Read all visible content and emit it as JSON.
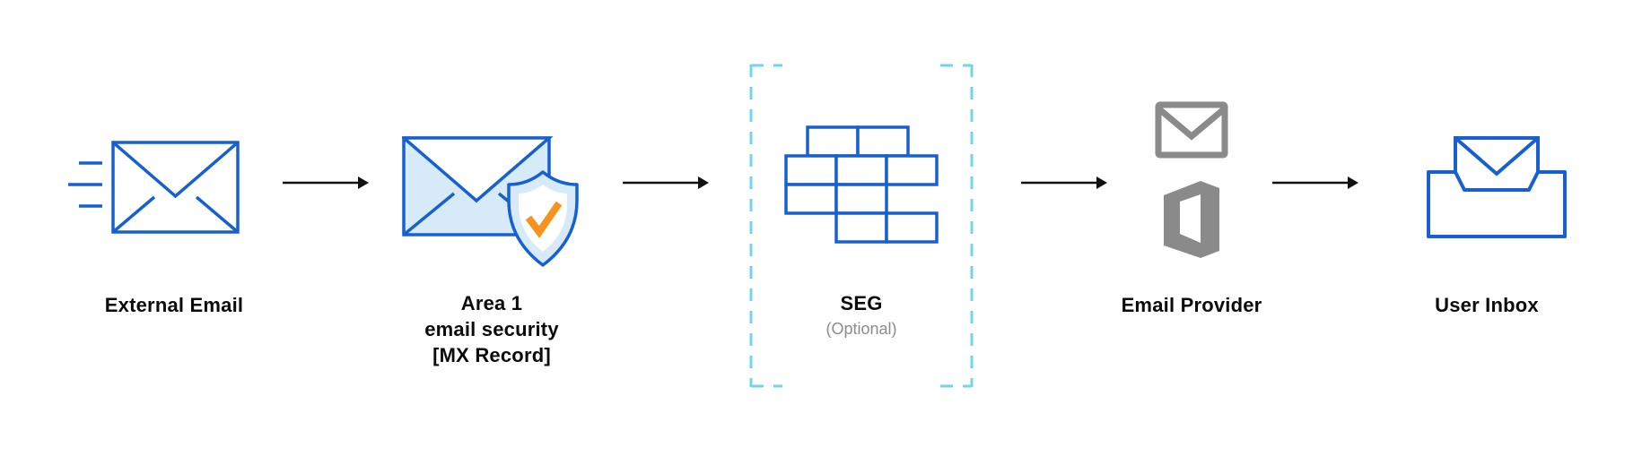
{
  "nodes": {
    "external": {
      "label": "External Email",
      "icon": "speeding-envelope-icon"
    },
    "area1": {
      "line1": "Area 1",
      "line2": "email security",
      "line3": "[MX Record]",
      "icon": "envelope-shield-check-icon"
    },
    "seg": {
      "label": "SEG",
      "sublabel": "(Optional)",
      "icon": "brick-wall-icon",
      "boundary": "dashed-optional-boundary"
    },
    "provider": {
      "label": "Email Provider",
      "icons": [
        "gmail-icon",
        "office-icon"
      ]
    },
    "inbox": {
      "label": "User Inbox",
      "icon": "inbox-tray-envelope-icon"
    }
  },
  "colors": {
    "blue": "#1660D2",
    "lightblue": "#D7EAF8",
    "cyan": "#72D5E8",
    "orange": "#F6921E",
    "gray": "#8A8A8A",
    "text": "#0B0B0C",
    "subtext": "#8C8C8C",
    "arrow": "#111111"
  }
}
